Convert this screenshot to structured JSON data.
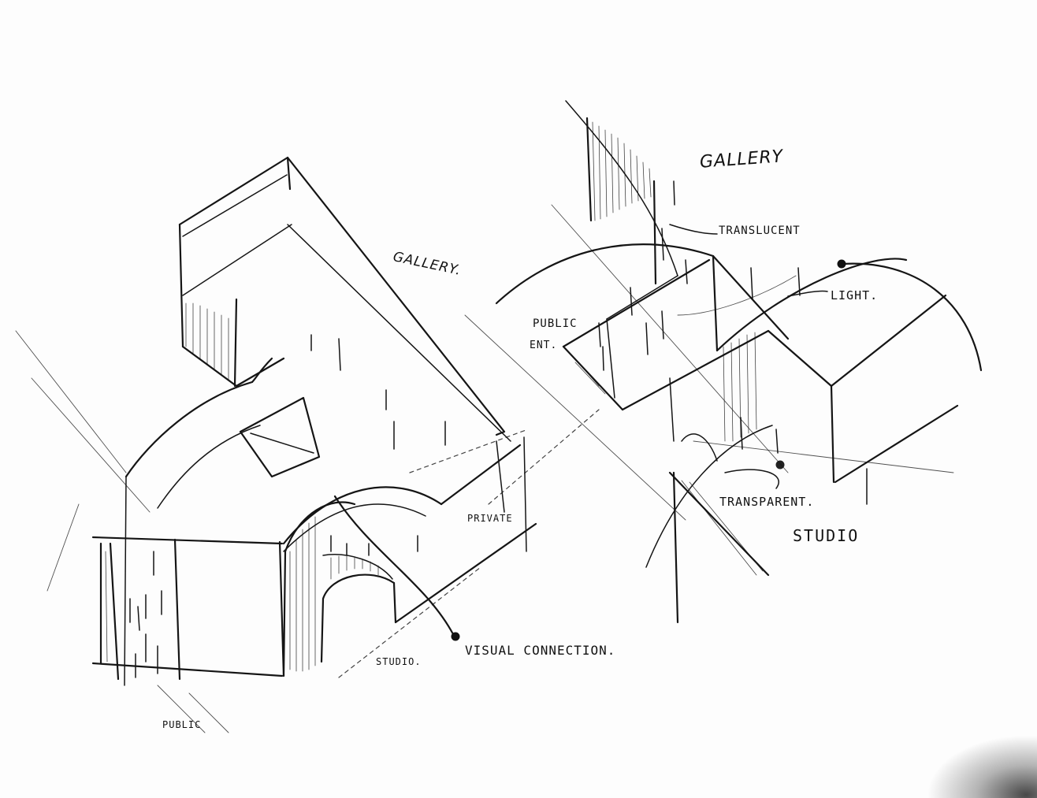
{
  "annotations": {
    "gallery_left": "GALLERY.",
    "gallery_right": "GALLERY",
    "translucent": "TRANSLUCENT",
    "light": "LIGHT.",
    "public_ent_line1": "PUBLIC",
    "public_ent_line2": "ENT.",
    "private": "PRIVATE",
    "transparent": "TRANSPARENT.",
    "studio_right": "STUDIO",
    "studio_left": "STUDIO.",
    "visual_connection": "VISUAL CONNECTION.",
    "public": "PUBLIC"
  },
  "colors": {
    "ink": "#151515",
    "paper": "#fdfdfd"
  }
}
